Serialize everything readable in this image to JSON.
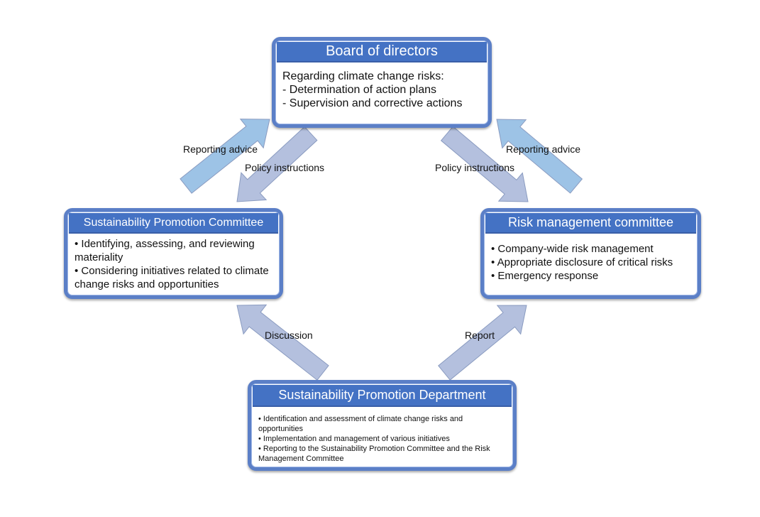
{
  "board": {
    "title": "Board of directors",
    "lines": [
      "Regarding climate change risks:",
      "- Determination of action plans",
      "- Supervision and corrective actions"
    ]
  },
  "spc": {
    "title": "Sustainability Promotion Committee",
    "lines": [
      "• Identifying, assessing, and reviewing materiality",
      "• Considering initiatives related to climate change risks and opportunities"
    ]
  },
  "rmc": {
    "title": "Risk management committee",
    "lines": [
      "• Company-wide risk management",
      "• Appropriate disclosure of critical risks",
      "• Emergency response"
    ]
  },
  "spd": {
    "title": "Sustainability Promotion Department",
    "lines": [
      "• Identification and assessment of climate change risks and opportunities",
      "• Implementation and management of various initiatives",
      "• Reporting to the Sustainability Promotion Committee and the Risk Management Committee"
    ]
  },
  "labels": {
    "reporting_left": "Reporting advice",
    "policy_left": "Policy instructions",
    "policy_right": "Policy instructions",
    "reporting_right": "Reporting advice",
    "discussion": "Discussion",
    "report": "Report"
  },
  "colors": {
    "header": "#4472c4",
    "reporting_arrow": "#9dc3e6",
    "policy_arrow": "#b4c0de"
  }
}
